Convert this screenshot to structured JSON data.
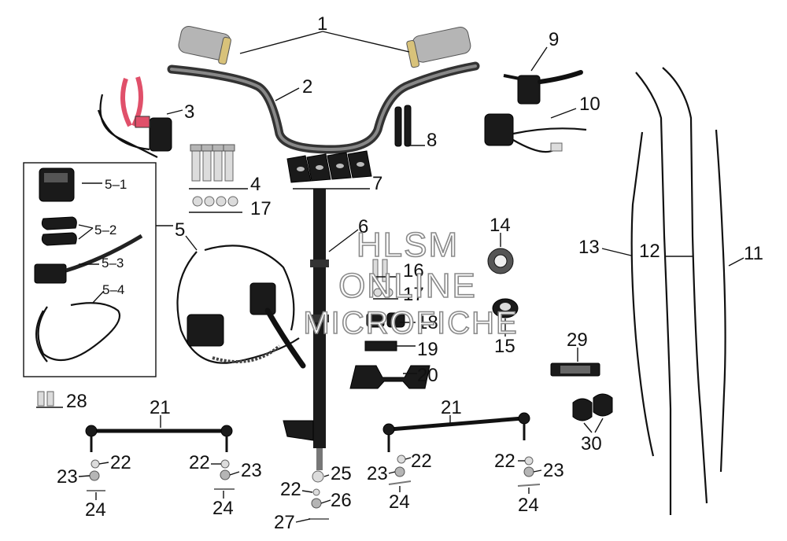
{
  "labels": {
    "p1": "1",
    "p2": "2",
    "p3": "3",
    "p4": "4",
    "p5": "5",
    "p5_1": "5–1",
    "p5_2": "5–2",
    "p5_3": "5–3",
    "p5_4": "5–4",
    "p6": "6",
    "p7": "7",
    "p8": "8",
    "p9": "9",
    "p10": "10",
    "p11": "11",
    "p12": "12",
    "p13": "13",
    "p14": "14",
    "p15": "15",
    "p16": "16",
    "p17a": "17",
    "p17b": "17",
    "p18": "18",
    "p19": "19",
    "p20": "20",
    "p21a": "21",
    "p21b": "21",
    "p22a": "22",
    "p22b": "22",
    "p22c": "22",
    "p22d": "22",
    "p22e": "22",
    "p23a": "23",
    "p23b": "23",
    "p23c": "23",
    "p23d": "23",
    "p24a": "24",
    "p24b": "24",
    "p24c": "24",
    "p24d": "24",
    "p25": "25",
    "p26": "26",
    "p27": "27",
    "p28": "28",
    "p29": "29",
    "p30": "30"
  },
  "watermark": {
    "line1": "HLSM",
    "line2": "ONLINE",
    "line3": "MICROFICHE"
  }
}
